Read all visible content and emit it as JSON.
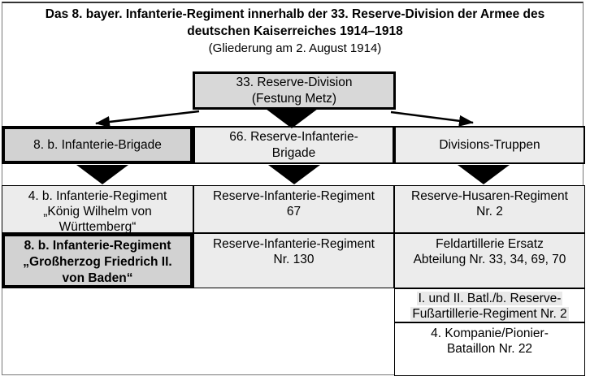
{
  "header": {
    "title_lines": [
      "Das 8. bayer. Infanterie-Regiment innerhalb der 33. Reserve-Division der Armee des",
      "deutschen Kaiserreiches 1914–1918"
    ],
    "subtitle": "(Gliederung am 2. August 1914)"
  },
  "org": {
    "root": {
      "lines": [
        "33. Reserve-Division",
        "(Festung Metz)"
      ]
    },
    "branches": [
      {
        "lines": [
          "8. b. Infanterie-Brigade"
        ]
      },
      {
        "lines": [
          "66. Reserve-Infanterie-",
          "Brigade"
        ]
      },
      {
        "lines": [
          "Divisions-Truppen"
        ]
      }
    ],
    "cells": {
      "r1c1": {
        "lines": [
          "4. b. Infanterie-Regiment",
          "„König Wilhelm von",
          "Württemberg“"
        ]
      },
      "r1c2": {
        "lines": [
          "Reserve-Infanterie-Regiment",
          "67"
        ]
      },
      "r1c3": {
        "lines": [
          "Reserve-Husaren-Regiment",
          "Nr. 2"
        ]
      },
      "r2c1": {
        "lines": [
          "8. b. Infanterie-Regiment",
          "„Großherzog Friedrich II.",
          "von Baden“"
        ]
      },
      "r2c2": {
        "lines": [
          "Reserve-Infanterie-Regiment",
          "Nr. 130"
        ]
      },
      "r2c3": {
        "lines": [
          "Feldartillerie Ersatz",
          "Abteilung Nr. 33, 34, 69, 70"
        ]
      },
      "r3c3": {
        "lines": [
          "I. und II. Batl./b. Reserve-",
          "Fußartillerie-Regiment Nr. 2"
        ]
      },
      "r4c3": {
        "lines": [
          "4. Kompanie/Pionier-",
          "Bataillon Nr. 22"
        ]
      }
    }
  },
  "colors": {
    "box_fill": "#ececec",
    "box_fill_emphasis": "#d2d2d2",
    "root_fill": "#d8d8d8",
    "border": "#000000",
    "frame": "#777777",
    "arrow": "#000000"
  }
}
